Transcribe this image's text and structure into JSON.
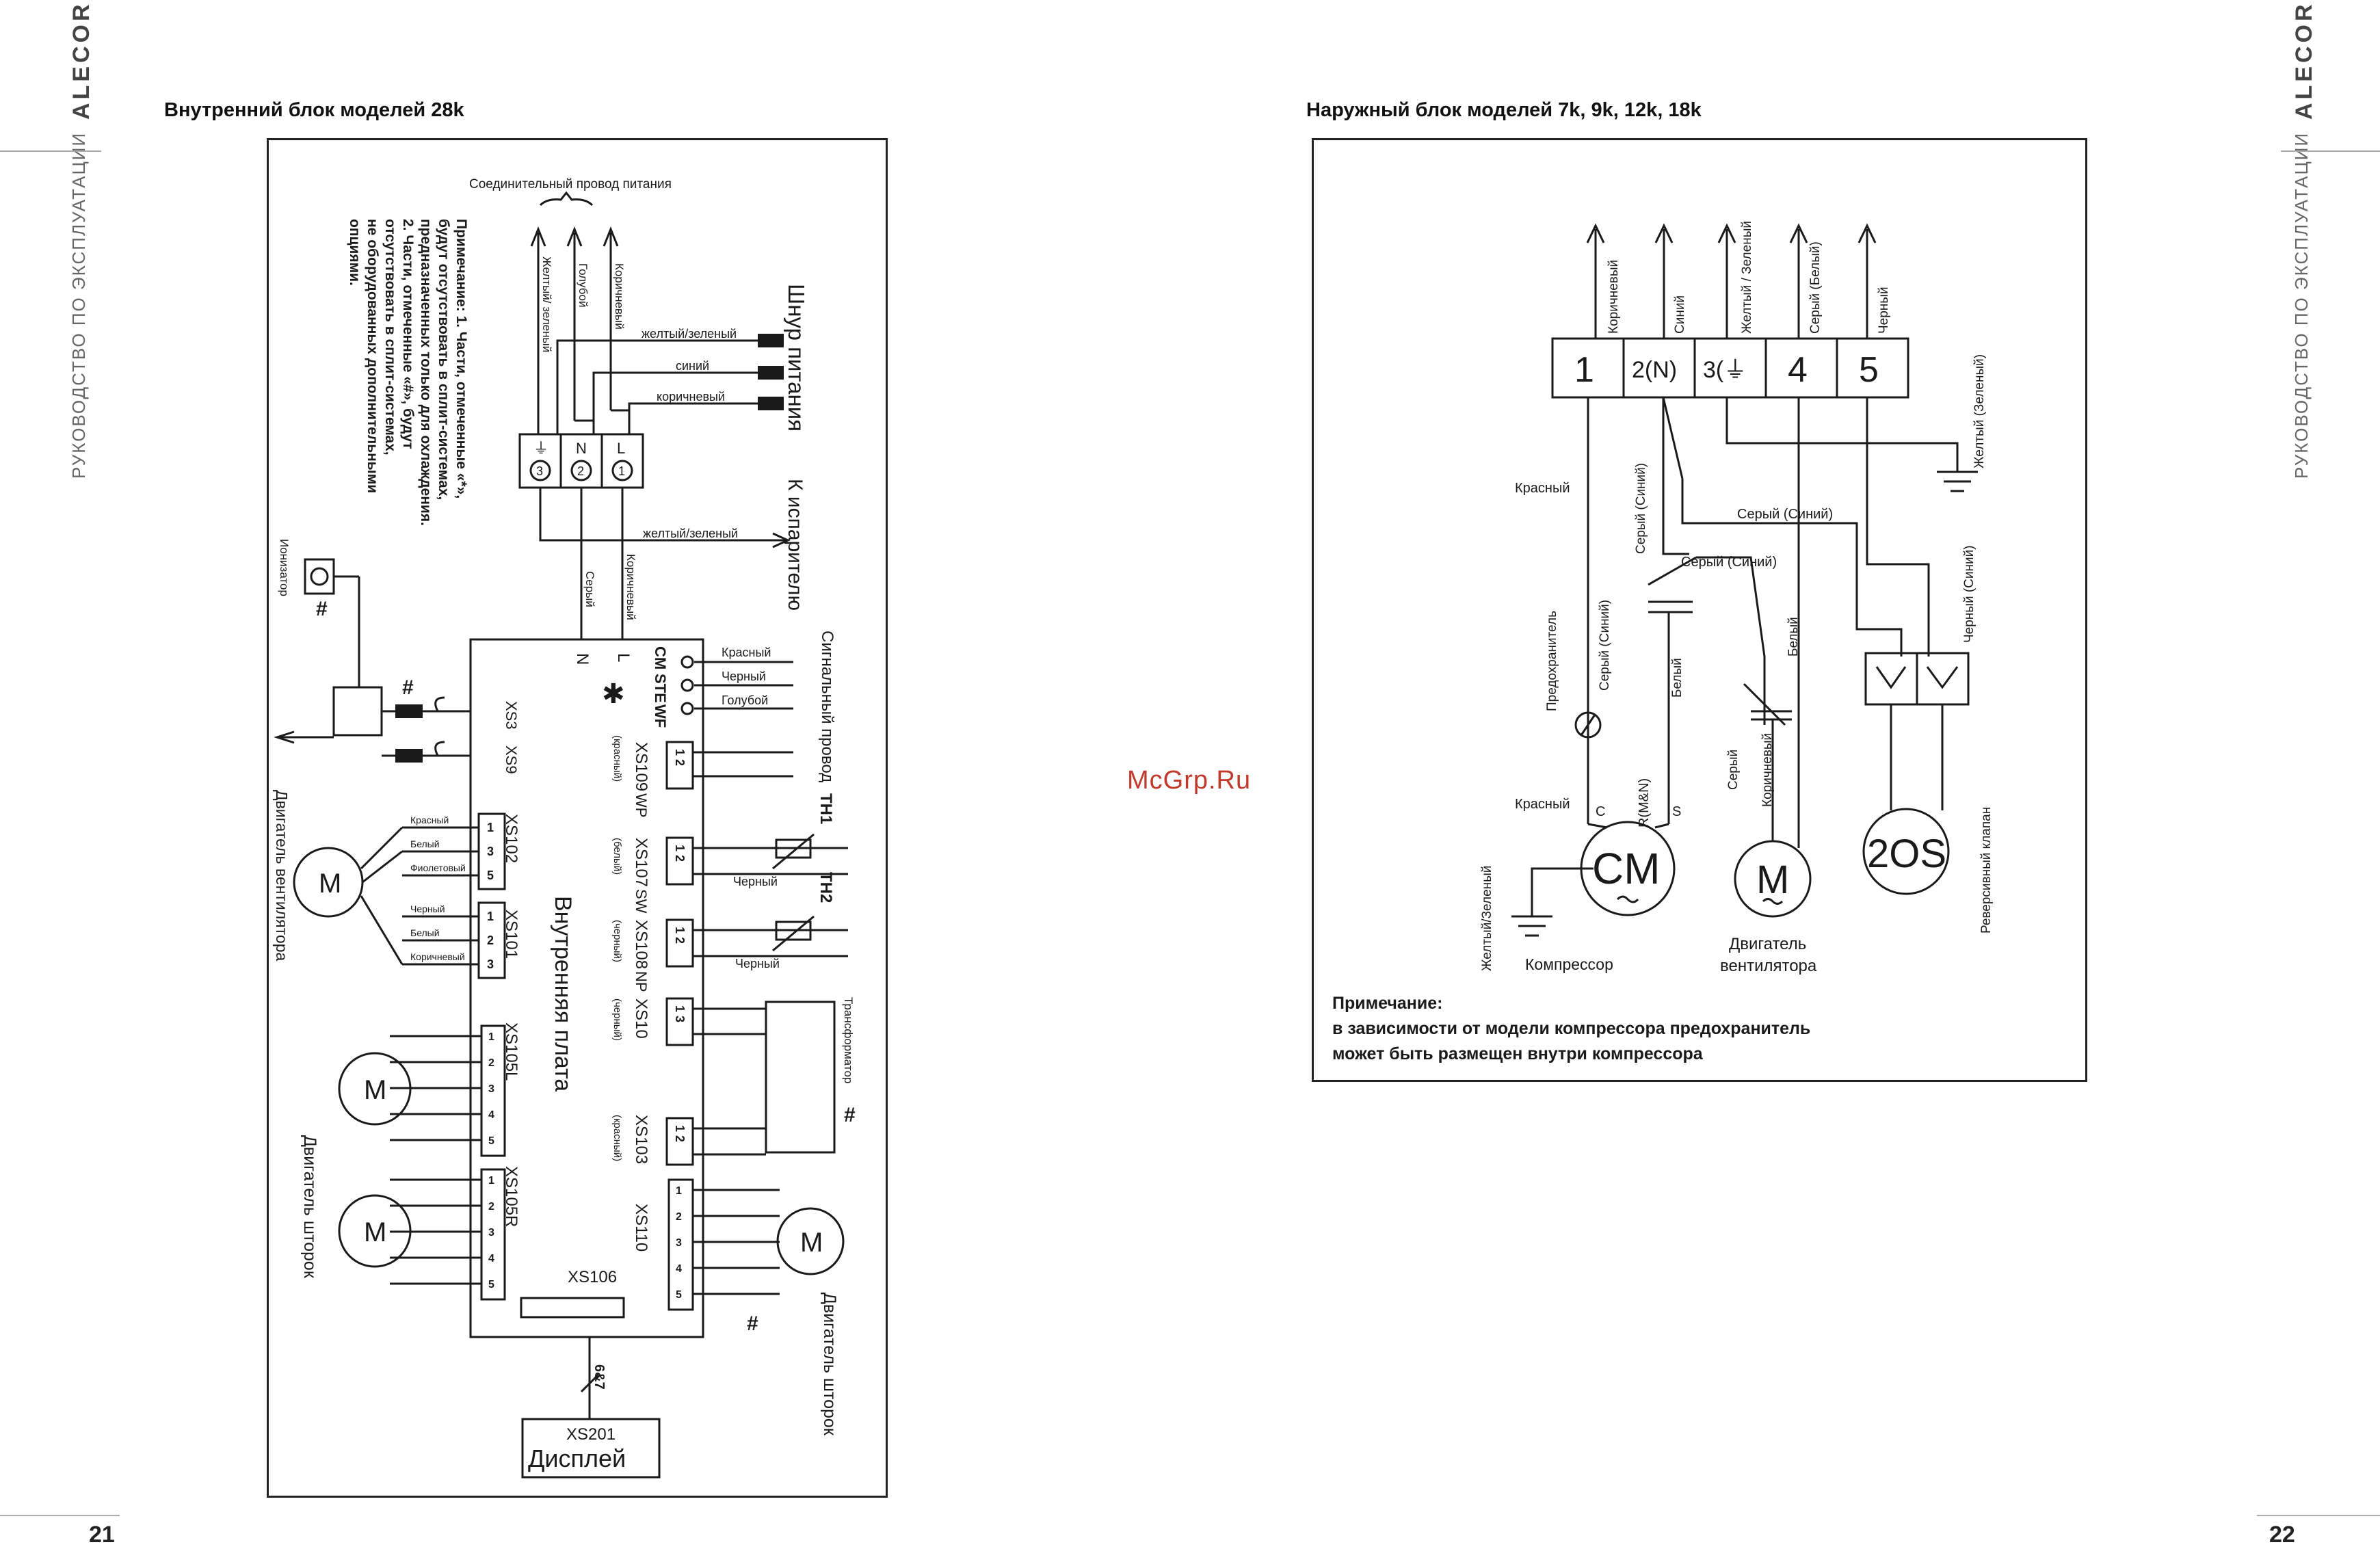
{
  "brand": "ALECORD",
  "manual_label": "РУКОВОДСТВО ПО ЭКСПЛУАТАЦИИ",
  "watermark": "McGrp.Ru",
  "left_page": {
    "number": "21",
    "title": "Внутренний блок моделей 28k",
    "diagram": {
      "top_caption": "Соединительный провод питания",
      "supply_wires": [
        "Коричневый",
        "Голубой",
        "Желтый/ зеленый"
      ],
      "cord_title": "Шнур питания",
      "cord_wires": [
        "желтый/зеленый",
        "синий",
        "коричневый"
      ],
      "terminal_labels": [
        "L",
        "N",
        "⏚"
      ],
      "terminal_numbers": [
        "1",
        "2",
        "3"
      ],
      "evaporator_wire": "желтый/зеленый",
      "to_evaporator": "К испарителю",
      "board_wires": [
        "Коричневый",
        "Серый"
      ],
      "board_inputs": [
        "L",
        "N"
      ],
      "note": [
        "Примечание: 1. Части, отмеченные «*»,",
        "будут отсутствовать в сплит-системах,",
        "предназначенных только для охлаждения.",
        "2. Части, отмеченные «#», будут",
        "отсутствовать в сплит-системах,",
        "не оборудованных дополнительными",
        "опциями."
      ],
      "ionizer": "Ионизатор",
      "hash": "#",
      "star": "✱",
      "signal_title": "Сигнальный провод",
      "signal_pins": [
        "CM",
        "STE",
        "WF"
      ],
      "signal_wires": [
        "Красный",
        "Черный",
        "Голубой"
      ],
      "connectors": [
        {
          "name": "XS109",
          "code": "WP",
          "color": "(красный)",
          "pins": "1 2"
        },
        {
          "name": "XS107",
          "code": "SW",
          "color": "(белый)",
          "pins": "1 2"
        },
        {
          "name": "XS108",
          "code": "NP",
          "color": "(черный)",
          "pins": "1 2"
        },
        {
          "name": "XS10",
          "code": "",
          "color": "(черный)",
          "pins": "1 3"
        },
        {
          "name": "XS103",
          "code": "",
          "color": "(красный)",
          "pins": "1 2"
        }
      ],
      "sensors": [
        "TH1",
        "TH2"
      ],
      "sensor_wires": [
        "Черный",
        "Черный"
      ],
      "transformer": "Трансформатор",
      "board_title": "Внутренняя плата",
      "xs3": "XS3",
      "xs9": "XS9",
      "xs102": "XS102",
      "xs102_pins": [
        "1",
        "3",
        "5"
      ],
      "xs102_wires": [
        "Красный",
        "Белый",
        "Фиолетовый"
      ],
      "xs101": "XS101",
      "xs101_pins": [
        "1",
        "2",
        "3"
      ],
      "xs101_wires": [
        "Черный",
        "Белый",
        "Коричневый"
      ],
      "fan_motor": "Двигатель вентилятора",
      "xs105l": "XS105L",
      "xs105r": "XS105R",
      "xs110": "XS110",
      "five_pins": [
        "1",
        "2",
        "3",
        "4",
        "5"
      ],
      "louver_motor": "Двигатель шторок",
      "xs106": "XS106",
      "bus_label": "6&7",
      "display_code": "XS201",
      "display": "Дисплей",
      "motor_letter": "M"
    }
  },
  "right_page": {
    "number": "22",
    "title": "Наружный блок моделей 7k, 9k, 12k, 18k",
    "diagram": {
      "terminals": [
        "1",
        "2(N)",
        "3(⏚",
        "4",
        "5"
      ],
      "top_wires": [
        "Коричневый",
        "Синий",
        "Желтый / Зеленый",
        "Серый (Белый)",
        "Черный"
      ],
      "ground_label": "Желтый (Зеленый)",
      "red_label": "Красный",
      "gray_blue_1": "Серый (Синий)",
      "gray_blue_2": "Серый (Синий)",
      "gray_blue_3": "Серый (Синий)",
      "fuse_wire": "Серый (Синий)",
      "fuse": "Предохранитель",
      "black_blue": "Черный (Синий)",
      "white_1": "Белый",
      "white_2": "Белый",
      "red_2": "Красный",
      "pins_c": "C",
      "pins_r": "R(M&N)",
      "pins_s": "S",
      "cm": "CM",
      "compressor": "Компрессор",
      "compressor_ground": "Желтый/Зеленый",
      "gray_3": "Серый",
      "brown": "Коричневый",
      "fan_m": "M",
      "fan_label_1": "Двигатель",
      "fan_label_2": "вентилятора",
      "valve": "2OS",
      "valve_label": "Реверсивный клапан",
      "note_title": "Примечание:",
      "note_line1": "в зависимости от модели компрессора предохранитель",
      "note_line2": "может быть размещен внутри компрессора"
    }
  }
}
